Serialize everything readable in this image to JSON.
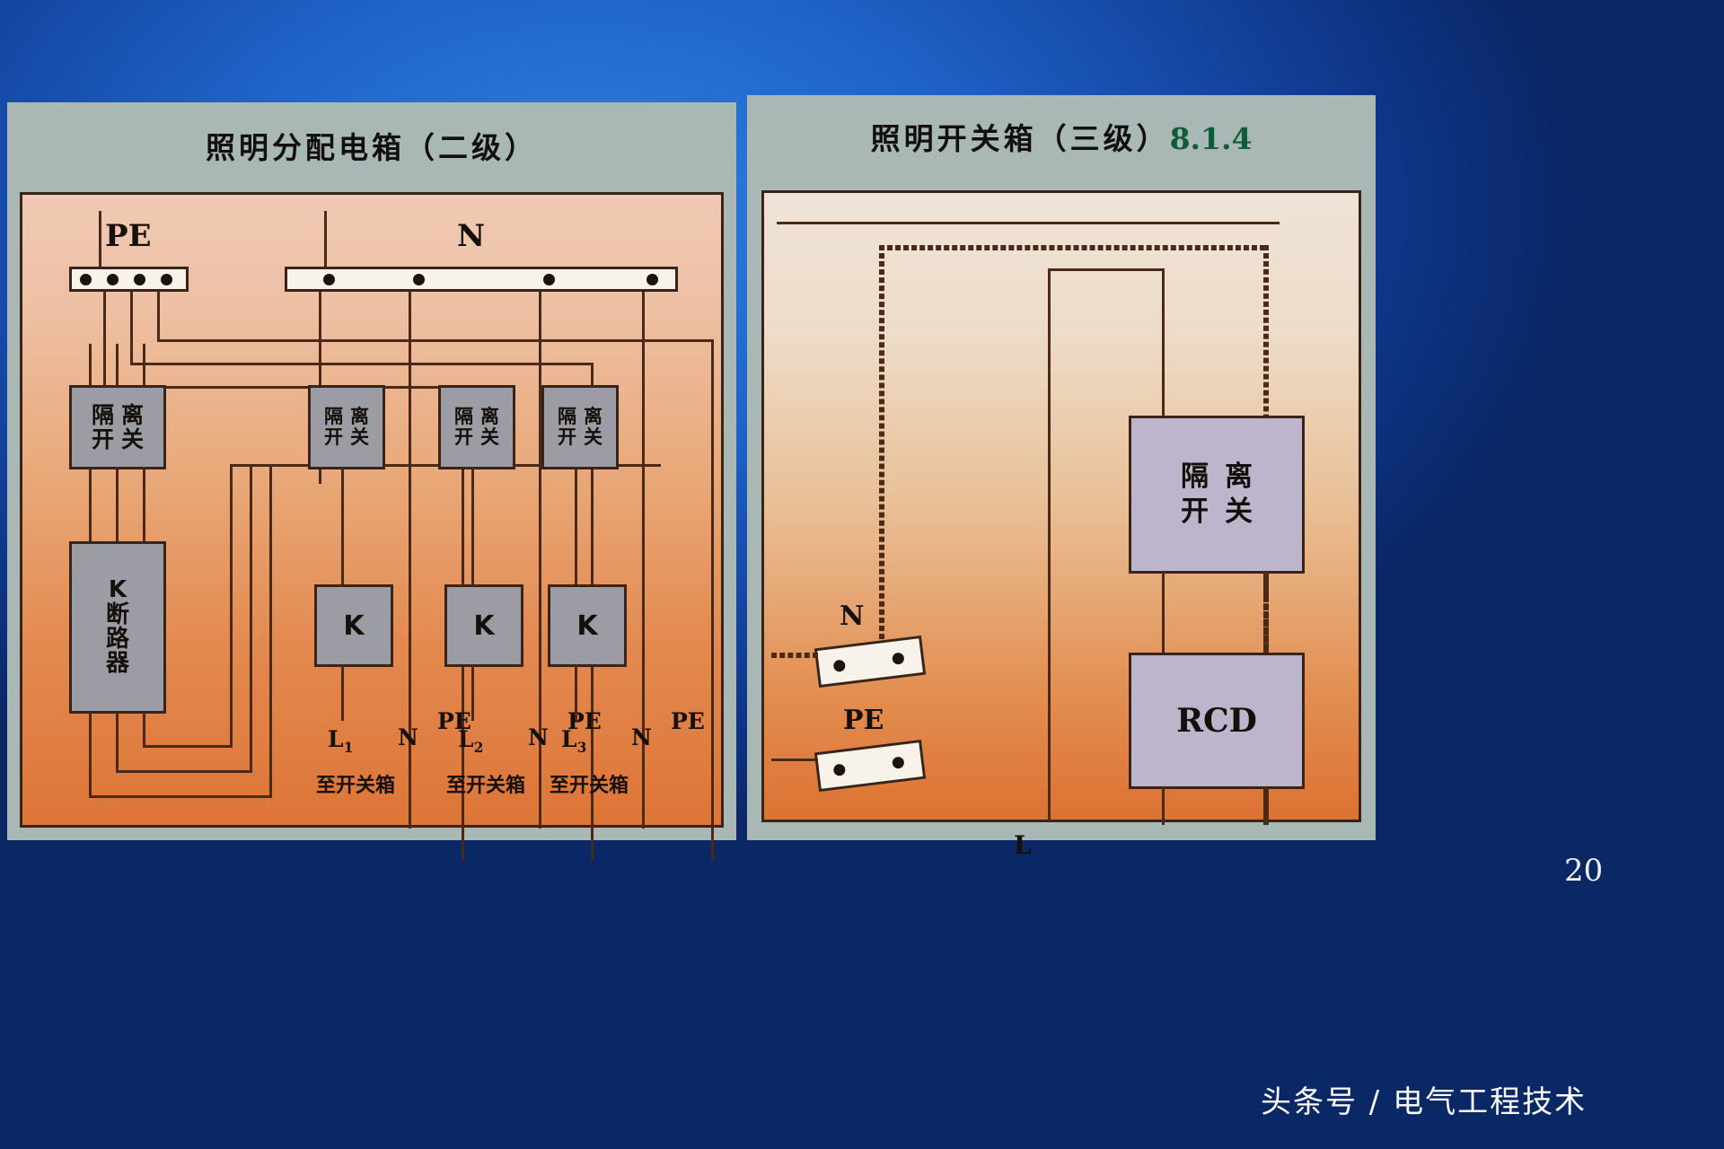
{
  "page": {
    "page_number": "20",
    "watermark": "头条号 / 电气工程技术",
    "section_number": "8.1.4",
    "background_color": "#1a5fc4",
    "board_accent_color": "#e3894f",
    "section_number_color": "#0d5c3a"
  },
  "left_panel": {
    "title": "照明分配电箱（二级）",
    "bus_pe_label": "PE",
    "bus_n_label": "N",
    "main_isolator_label": {
      "line1": "隔",
      "line2": "离",
      "line3": "开",
      "line4": "关"
    },
    "main_breaker_label": {
      "c1": "K",
      "c2": "断",
      "c3": "路",
      "c4": "器"
    },
    "branch_isolator_label": {
      "line1": "隔",
      "line2": "离",
      "line3": "开",
      "line4": "关"
    },
    "branch_breaker_label": "K",
    "branches": [
      {
        "phase": "L",
        "phase_sub": "1",
        "neutral": "N",
        "earth": "PE",
        "destination": "至开关箱"
      },
      {
        "phase": "L",
        "phase_sub": "2",
        "neutral": "N",
        "earth": "PE",
        "destination": "至开关箱"
      },
      {
        "phase": "L",
        "phase_sub": "3",
        "neutral": "N",
        "earth": "PE",
        "destination": "至开关箱"
      }
    ]
  },
  "right_panel": {
    "title": "照明开关箱（三级）",
    "section_number": "8.1.4",
    "isolator_label": {
      "line1": "隔",
      "line2": "离",
      "line3": "开",
      "line4": "关"
    },
    "rcd_label": "RCD",
    "terminal_n_label": "N",
    "terminal_pe_label": "PE",
    "incoming_line_label": "L"
  }
}
